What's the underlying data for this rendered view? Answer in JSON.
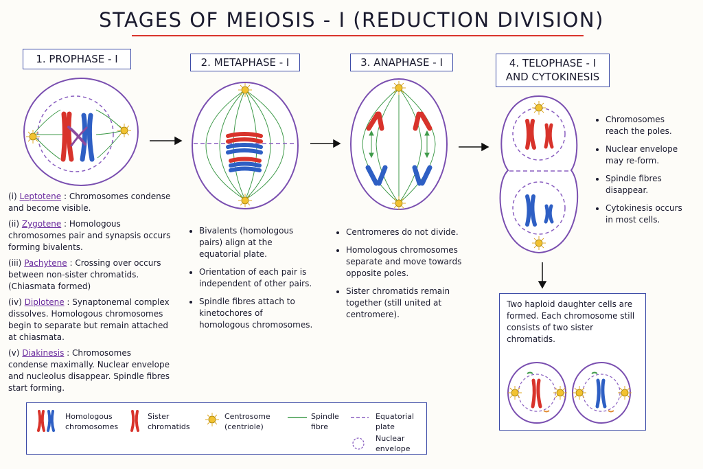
{
  "title": "STAGES OF MEIOSIS - I (REDUCTION DIVISION)",
  "colors": {
    "accent_red": "#d9342b",
    "box_border": "#3b4aa6",
    "cell_membrane": "#7a4fb0",
    "spindle": "#3f9a4a",
    "chromosome_red": "#d8332b",
    "chromosome_blue": "#2e5fc4",
    "centrosome": "#f2c230"
  },
  "stages": [
    {
      "label": "1. PROPHASE - I"
    },
    {
      "label": "2. METAPHASE - I"
    },
    {
      "label": "3. ANAPHASE - I"
    },
    {
      "label_line1": "4. TELOPHASE - I",
      "label_line2": "AND CYTOKINESIS"
    }
  ],
  "prophase_notes": [
    {
      "num": "(i)",
      "term": "Leptotene",
      "text": ": Chromosomes condense and become visible."
    },
    {
      "num": "(ii)",
      "term": "Zygotene",
      "text": ": Homologous chromosomes pair and synapsis occurs forming bivalents."
    },
    {
      "num": "(iii)",
      "term": "Pachytene",
      "text": ": Crossing over occurs between non-sister chromatids. (Chiasmata formed)"
    },
    {
      "num": "(iv)",
      "term": "Diplotene",
      "text": ": Synaptonemal complex dissolves. Homologous chromosomes begin to separate but remain attached at chiasmata."
    },
    {
      "num": "(v)",
      "term": "Diakinesis",
      "text": ": Chromosomes condense maximally. Nuclear envelope and nucleolus disappear. Spindle fibres start forming."
    }
  ],
  "metaphase_notes": [
    "Bivalents (homologous pairs) align at the equatorial plate.",
    "Orientation of each pair is independent of other pairs.",
    "Spindle fibres attach to kinetochores of homologous chromosomes."
  ],
  "anaphase_notes": [
    "Centromeres do not divide.",
    "Homologous chromosomes separate and move towards opposite poles.",
    "Sister chromatids remain together (still united at centromere)."
  ],
  "telophase_notes": [
    "Chromosomes reach the poles.",
    "Nuclear envelope may re-form.",
    "Spindle fibres disappear.",
    "Cytokinesis occurs in most cells."
  ],
  "summary": "Two haploid daughter cells are formed. Each chromosome still consists of two sister chromatids.",
  "legend": {
    "homologous": "Homologous chromosomes",
    "sister": "Sister chromatids",
    "centrosome": "Centrosome (centriole)",
    "spindle": "Spindle fibre",
    "equatorial": "Equatorial plate",
    "nuclear": "Nuclear envelope"
  }
}
